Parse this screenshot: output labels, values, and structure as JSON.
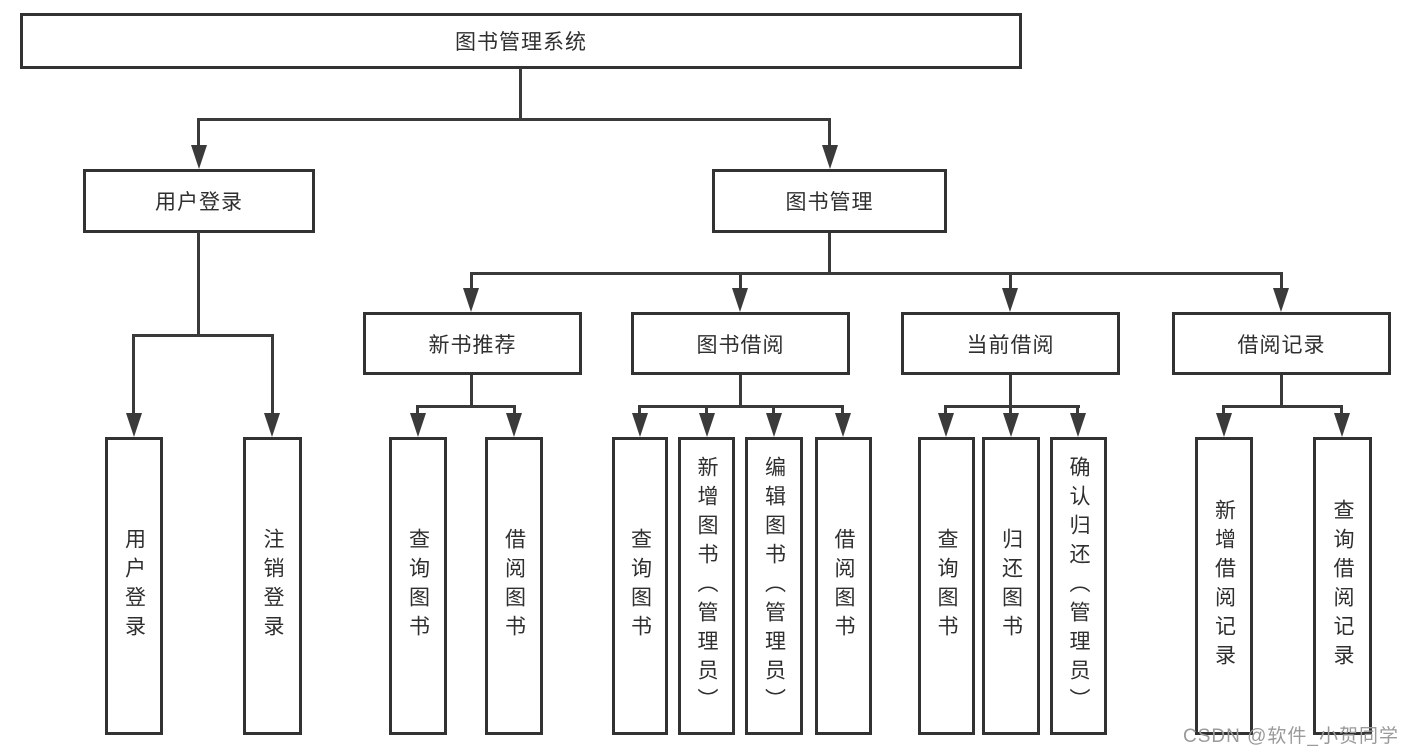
{
  "tree": {
    "label": "图书管理系统",
    "children": [
      {
        "label": "用户登录",
        "children": [
          {
            "label": "用户登录"
          },
          {
            "label": "注销登录"
          }
        ]
      },
      {
        "label": "图书管理",
        "children": [
          {
            "label": "新书推荐",
            "children": [
              {
                "label": "查询图书"
              },
              {
                "label": "借阅图书"
              }
            ]
          },
          {
            "label": "图书借阅",
            "children": [
              {
                "label": "查询图书"
              },
              {
                "label": "新增图书（管理员）"
              },
              {
                "label": "编辑图书（管理员）"
              },
              {
                "label": "借阅图书"
              }
            ]
          },
          {
            "label": "当前借阅",
            "children": [
              {
                "label": "查询图书"
              },
              {
                "label": "归还图书"
              },
              {
                "label": "确认归还（管理员）"
              }
            ]
          },
          {
            "label": "借阅记录",
            "children": [
              {
                "label": "新增借阅记录"
              },
              {
                "label": "查询借阅记录"
              }
            ]
          }
        ]
      }
    ]
  },
  "watermark": {
    "text": "CSDN @软件_小贺同学"
  },
  "colors": {
    "line": "#3a3a3a",
    "box_border": "#323232",
    "text": "#2f2f2f",
    "watermark": "#9a9a9a",
    "background": "#ffffff"
  }
}
